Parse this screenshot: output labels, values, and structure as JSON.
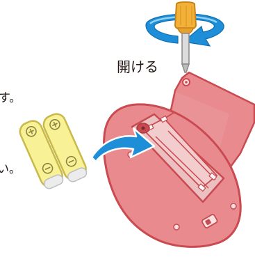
{
  "labels": {
    "open_action": "開ける",
    "cut_text_upper": "す。",
    "cut_text_lower": "い。"
  },
  "colors": {
    "remote_body": "#e98a8e",
    "remote_inner": "#ecc0c0",
    "battery_yellow": "#f9f196",
    "battery_cap": "#ececec",
    "outline": "#c94a51",
    "arrow_blue": "#1f8ed8",
    "arrow_light": "#9fd8f2",
    "screwdriver_handle": "#f2b23a",
    "screwdriver_shaft": "#dcdcdc",
    "text": "#231815"
  },
  "icons": {
    "screwdriver": "screwdriver-icon",
    "rotate_arrow": "rotate-arrow-icon",
    "insert_arrow": "insert-arrow-icon",
    "battery": "aaa-battery-icon",
    "plus_terminal": "plus-terminal-icon",
    "minus_terminal": "minus-terminal-icon"
  }
}
